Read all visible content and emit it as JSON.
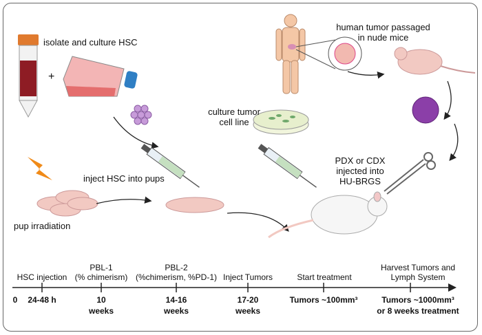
{
  "steps": {
    "isolate": "isolate and culture HSC",
    "plus": "+",
    "tumor_passaged": [
      "human tumor passaged",
      "in nude mice"
    ],
    "culture_line": [
      "culture tumor",
      "cell line"
    ],
    "inject_hsc": "inject HSC into pups",
    "pdx": [
      "PDX or CDX",
      "injected into",
      "HU-BRGS"
    ],
    "irradiation": "pup irradiation"
  },
  "timeline": {
    "zero": "0",
    "events_top": [
      {
        "line1": "HSC injection",
        "line2": ""
      },
      {
        "line1": "PBL-1",
        "line2": "(% chimerism)"
      },
      {
        "line1": "PBL-2",
        "line2": "(%chimerism, %PD-1)"
      },
      {
        "line1": "Inject Tumors",
        "line2": ""
      },
      {
        "line1": "Start treatment",
        "line2": ""
      },
      {
        "line1": "Harvest Tumors and",
        "line2": "Lymph System"
      }
    ],
    "events_bottom": [
      {
        "line1": "24-48  h",
        "line2": ""
      },
      {
        "line1": "10",
        "line2": "weeks"
      },
      {
        "line1": "14-16",
        "line2": "weeks"
      },
      {
        "line1": "17-20",
        "line2": "weeks"
      },
      {
        "line1": "Tumors ~100mm³",
        "line2": ""
      },
      {
        "line1": "Tumors ~1000mm³",
        "line2": "or 8 weeks treatment"
      }
    ]
  }
}
